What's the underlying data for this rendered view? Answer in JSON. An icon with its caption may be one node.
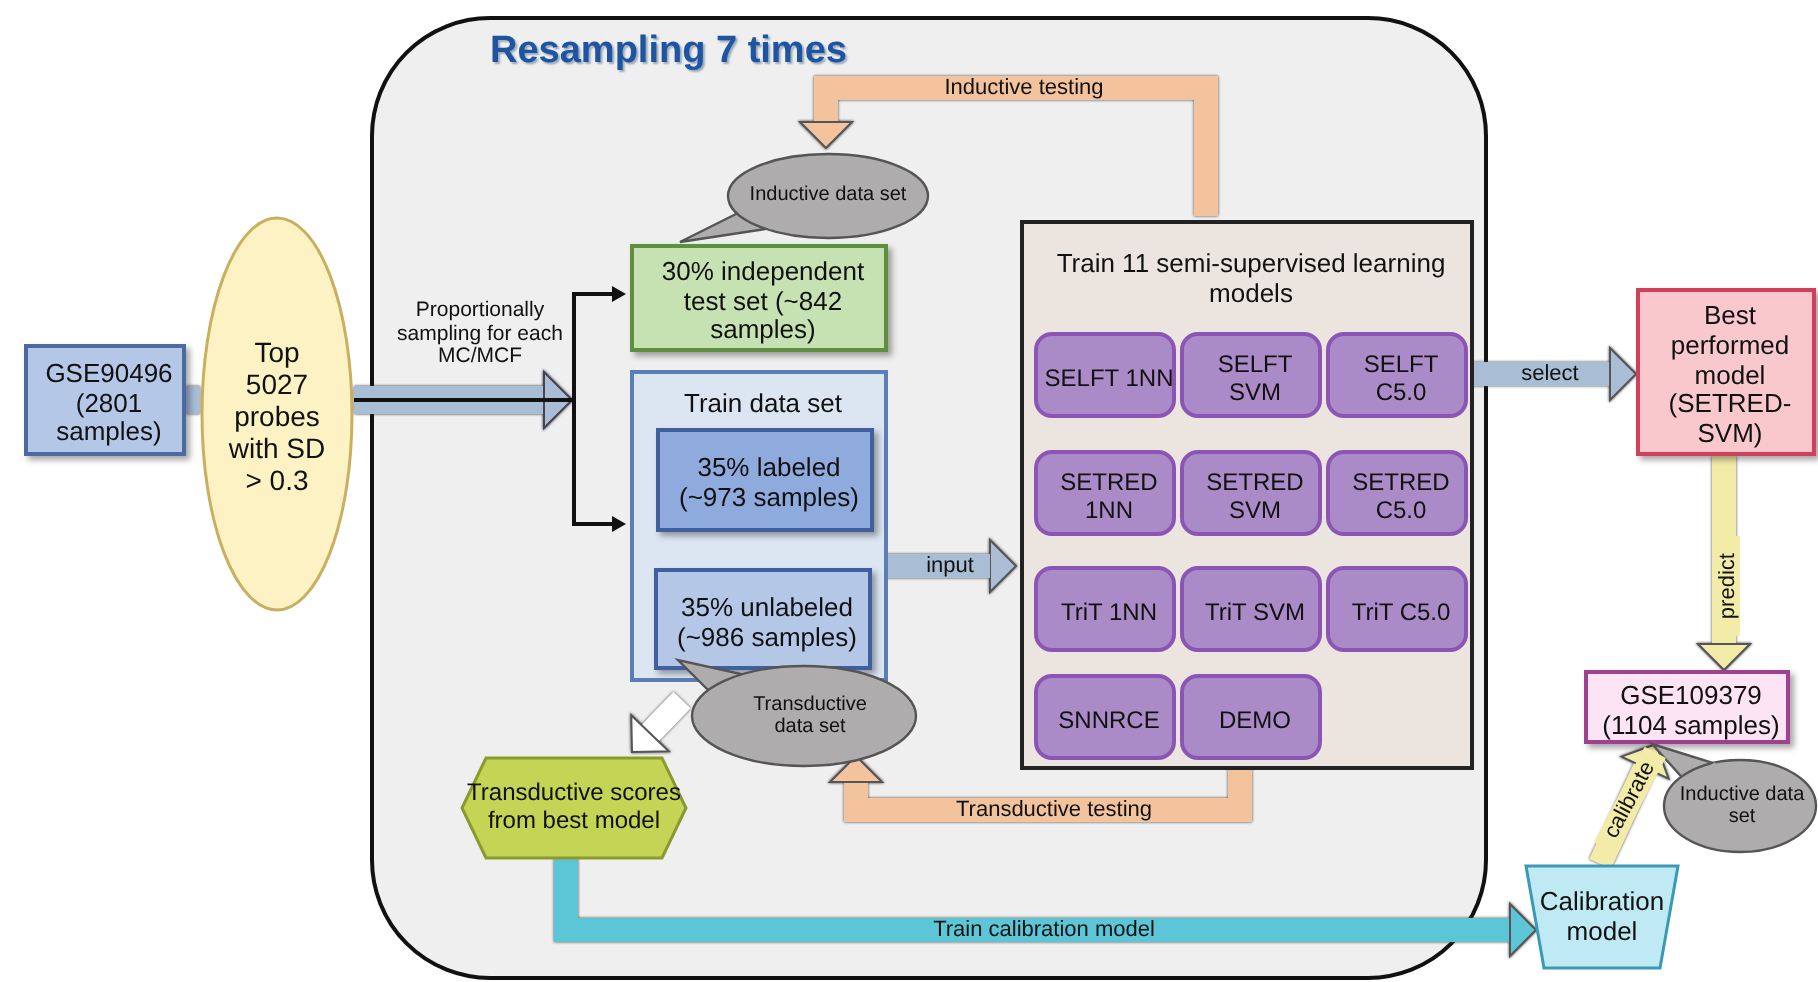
{
  "diagram": {
    "nodes": [
      {
        "text": [
          "Resampling 7 times"
        ]
      },
      {
        "text": [
          "GSE90496 (2801 samples)"
        ]
      },
      {
        "text": [
          "Top 5027 probes with SD > 0.3"
        ]
      },
      {
        "text": [
          "Inductive data set"
        ],
        "in": 0
      },
      {
        "text": [
          "30% independent test set (~842 samples)"
        ],
        "in": 0
      },
      {
        "text": [
          "Train data set"
        ],
        "in": 0
      },
      {
        "text": [
          "35% labeled (~973 samples)"
        ],
        "in": 5
      },
      {
        "text": [
          "35% unlabeled (~986 samples)"
        ],
        "in": 5
      },
      {
        "text": [
          "Transductive data set"
        ],
        "in": 0
      },
      {
        "text": [
          "Transductive scores from best model"
        ],
        "in": 0
      },
      {
        "text": [
          "Train 11 semi-supervised learning models"
        ],
        "in": 0
      },
      {
        "text": [
          "SELFT 1NN"
        ],
        "in": 10
      },
      {
        "text": [
          "SELFT SVM"
        ],
        "in": 10
      },
      {
        "text": [
          "SELFT C5.0"
        ],
        "in": 10
      },
      {
        "text": [
          "SETRED 1NN"
        ],
        "in": 10
      },
      {
        "text": [
          "SETRED SVM"
        ],
        "in": 10
      },
      {
        "text": [
          "SETRED C5.0"
        ],
        "in": 10
      },
      {
        "text": [
          "TriT 1NN"
        ],
        "in": 10
      },
      {
        "text": [
          "TriT SVM"
        ],
        "in": 10
      },
      {
        "text": [
          "TriT C5.0"
        ],
        "in": 10
      },
      {
        "text": [
          "SNNRCE"
        ],
        "in": 10
      },
      {
        "text": [
          "DEMO"
        ],
        "in": 10
      },
      {
        "text": [
          "Best performed model (SETRED-SVM)"
        ]
      },
      {
        "text": [
          "GSE109379 (1104 samples)"
        ]
      },
      {
        "text": [
          "Inductive data set"
        ]
      },
      {
        "text": [
          "Calibration model"
        ]
      }
    ],
    "edges": [
      {
        "from": 1,
        "to": 2,
        "arrow": "none",
        "color": "#a9bdd5"
      },
      {
        "from": 2,
        "to": 4,
        "arrow": "to",
        "label": "Proportionally sampling for each MC/MCF",
        "color": "#111111"
      },
      {
        "from": 2,
        "to": 5,
        "arrow": "to",
        "color": "#111111"
      },
      {
        "from": 10,
        "to": 3,
        "arrow": "to",
        "label": "Inductive testing",
        "color": "#f2c39c"
      },
      {
        "from": 10,
        "to": 8,
        "arrow": "to",
        "label": "Transductive testing",
        "color": "#f2c39c"
      },
      {
        "from": 8,
        "to": 9,
        "arrow": "to",
        "color": "#ffffff"
      },
      {
        "from": 9,
        "to": 25,
        "arrow": "to",
        "label": "Train calibration model",
        "color": "#5cc6d6"
      },
      {
        "from": 5,
        "to": 10,
        "arrow": "to",
        "label": "input",
        "color": "#a9bdd5"
      },
      {
        "from": 10,
        "to": 22,
        "arrow": "to",
        "label": "select",
        "color": "#a9bdd5"
      },
      {
        "from": 22,
        "to": 23,
        "arrow": "to",
        "label": "predict",
        "color": "#f3eca9"
      },
      {
        "from": 25,
        "to": 23,
        "arrow": "to",
        "label": "calibrate",
        "color": "#f3eca9"
      }
    ]
  }
}
